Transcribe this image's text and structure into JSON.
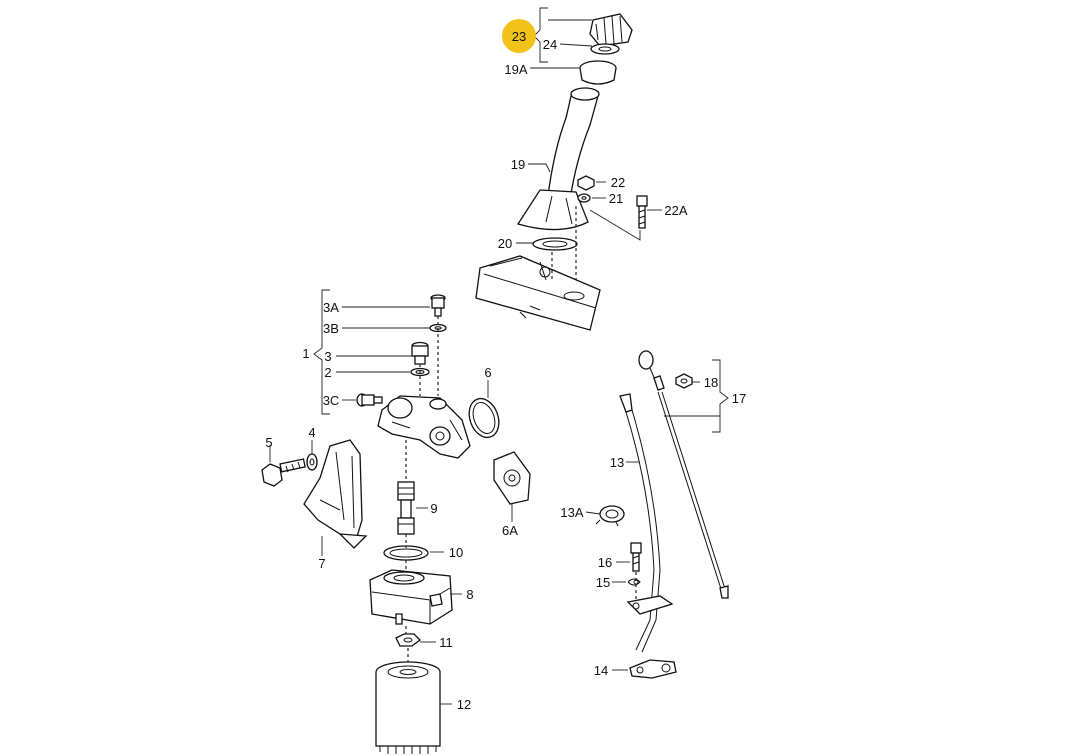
{
  "diagram": {
    "highlight_color": "#f2c21b",
    "callouts": {
      "c23": "23",
      "c24": "24",
      "c19A": "19A",
      "c19": "19",
      "c22": "22",
      "c21": "21",
      "c22A": "22A",
      "c20": "20",
      "c3A": "3A",
      "c3B": "3B",
      "c1": "1",
      "c3": "3",
      "c2": "2",
      "c3C": "3C",
      "c6": "6",
      "c5": "5",
      "c4": "4",
      "c9": "9",
      "c6A": "6A",
      "c10": "10",
      "c7": "7",
      "c8": "8",
      "c11": "11",
      "c12": "12",
      "c18": "18",
      "c17": "17",
      "c13": "13",
      "c13A": "13A",
      "c16": "16",
      "c15": "15",
      "c14": "14"
    }
  }
}
